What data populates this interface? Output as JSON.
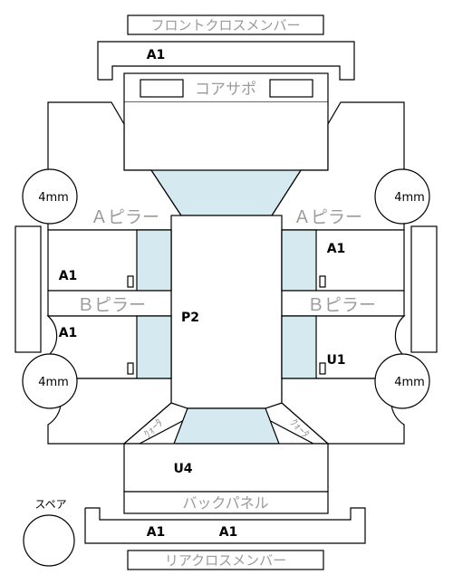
{
  "labels": {
    "front_cross_member": "フロントクロスメンバー",
    "core_support": "コアサポ",
    "a_pillar_left": "Ａピラー",
    "a_pillar_right": "Ａピラー",
    "b_pillar_left": "Ｂピラー",
    "b_pillar_right": "Ｂピラー",
    "back_panel": "バックパネル",
    "rear_cross_member": "リアクロスメンバー",
    "spare": "スペア",
    "quarter_left": "ｸｫｰﾀ",
    "quarter_right": "ｸｫｰﾀ"
  },
  "gauges": {
    "front_left": "4mm",
    "front_right": "4mm",
    "rear_left": "4mm",
    "rear_right": "4mm"
  },
  "codes": {
    "front_cross_member": "A1",
    "front_left_door": "A1",
    "front_right_door": "A1",
    "rear_left_door": "A1",
    "rear_right_door": "U1",
    "roof": "P2",
    "trunk": "U4",
    "rear_cross_left": "A1",
    "rear_cross_right": "A1"
  },
  "colors": {
    "glass": "#d4eaf0",
    "line": "#000000",
    "label_gray": "#9a9a9a"
  }
}
